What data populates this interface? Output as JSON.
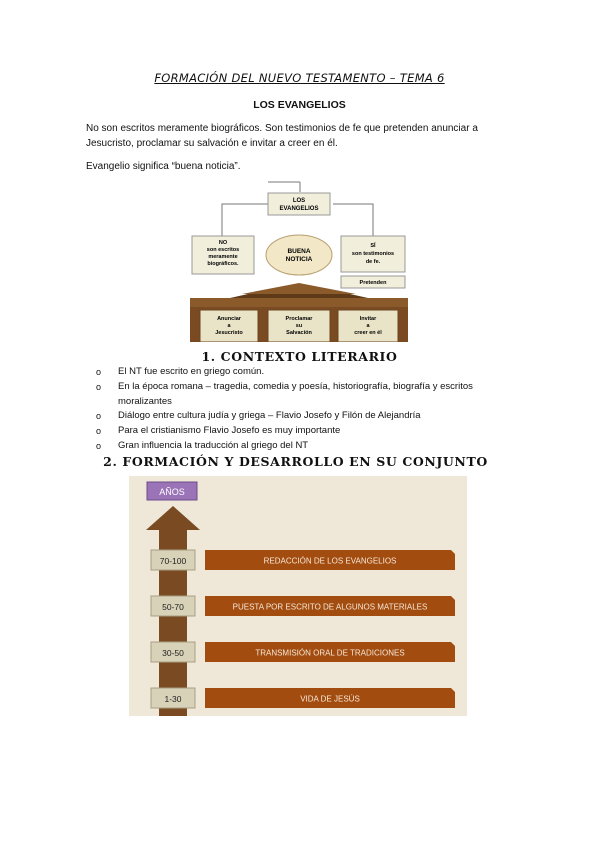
{
  "header": {
    "title": "FORMACIÓN DEL NUEVO TESTAMENTO – TEMA 6",
    "subtitle": "LOS EVANGELIOS"
  },
  "intro": {
    "paragraph1": "No son escritos meramente biográficos. Son testimonios de fe que pretenden anunciar a Jesucristo, proclamar su salvación e invitar a creer en él.",
    "paragraph2": "Evangelio significa “buena noticia”."
  },
  "diagram1": {
    "top_label_line1": "LOS",
    "top_label_line2": "EVANGELIOS",
    "left_box": [
      "NO",
      "son escritos",
      "meramente",
      "biográficos."
    ],
    "center_oval": [
      "BUENA",
      "NOTICIA"
    ],
    "right_box": [
      "SÍ",
      "son testimonios",
      "de fe."
    ],
    "pretenden": "Pretenden",
    "pillars": [
      [
        "Anunciar",
        "a",
        "Jesucristo"
      ],
      [
        "Proclamar",
        "su",
        "Salvación"
      ],
      [
        "Invitar",
        "a",
        "creer en él"
      ]
    ],
    "colors": {
      "wood": "#8a5a2b",
      "wood_dark": "#5e3a18",
      "box_fill": "#f1efdc",
      "oval_fill": "#f2e8c8"
    }
  },
  "section1": {
    "heading": "1.  CONTEXTO LITERARIO",
    "bullet_mark": "o",
    "bullets": [
      "El NT fue escrito en griego común.",
      "En la época romana – tragedia, comedia y poesía, historiografía, biografía y escritos moralizantes",
      "Diálogo entre cultura judía y griega – Flavio Josefo y Filón de Alejandría",
      "Para el cristianismo Flavio Josefo es muy importante",
      "Gran influencia la traducción al griego del NT"
    ]
  },
  "section2": {
    "heading": "2.  FORMACIÓN Y DESARROLLO EN SU CONJUNTO",
    "axis_label": "AÑOS",
    "rows": [
      {
        "years": "70-100",
        "label": "REDACCIÓN DE LOS EVANGELIOS"
      },
      {
        "years": "50-70",
        "label": "PUESTA POR ESCRITO DE ALGUNOS MATERIALES"
      },
      {
        "years": "30-50",
        "label": "TRANSMISIÓN ORAL DE TRADICIONES"
      },
      {
        "years": "1-30",
        "label": "VIDA DE JESÚS"
      }
    ],
    "colors": {
      "background": "#efe8d8",
      "bar": "#a34c0f",
      "arrow": "#7a4a22",
      "years_box": "#d8d2b8",
      "axis_box": "#9b74b8"
    }
  }
}
